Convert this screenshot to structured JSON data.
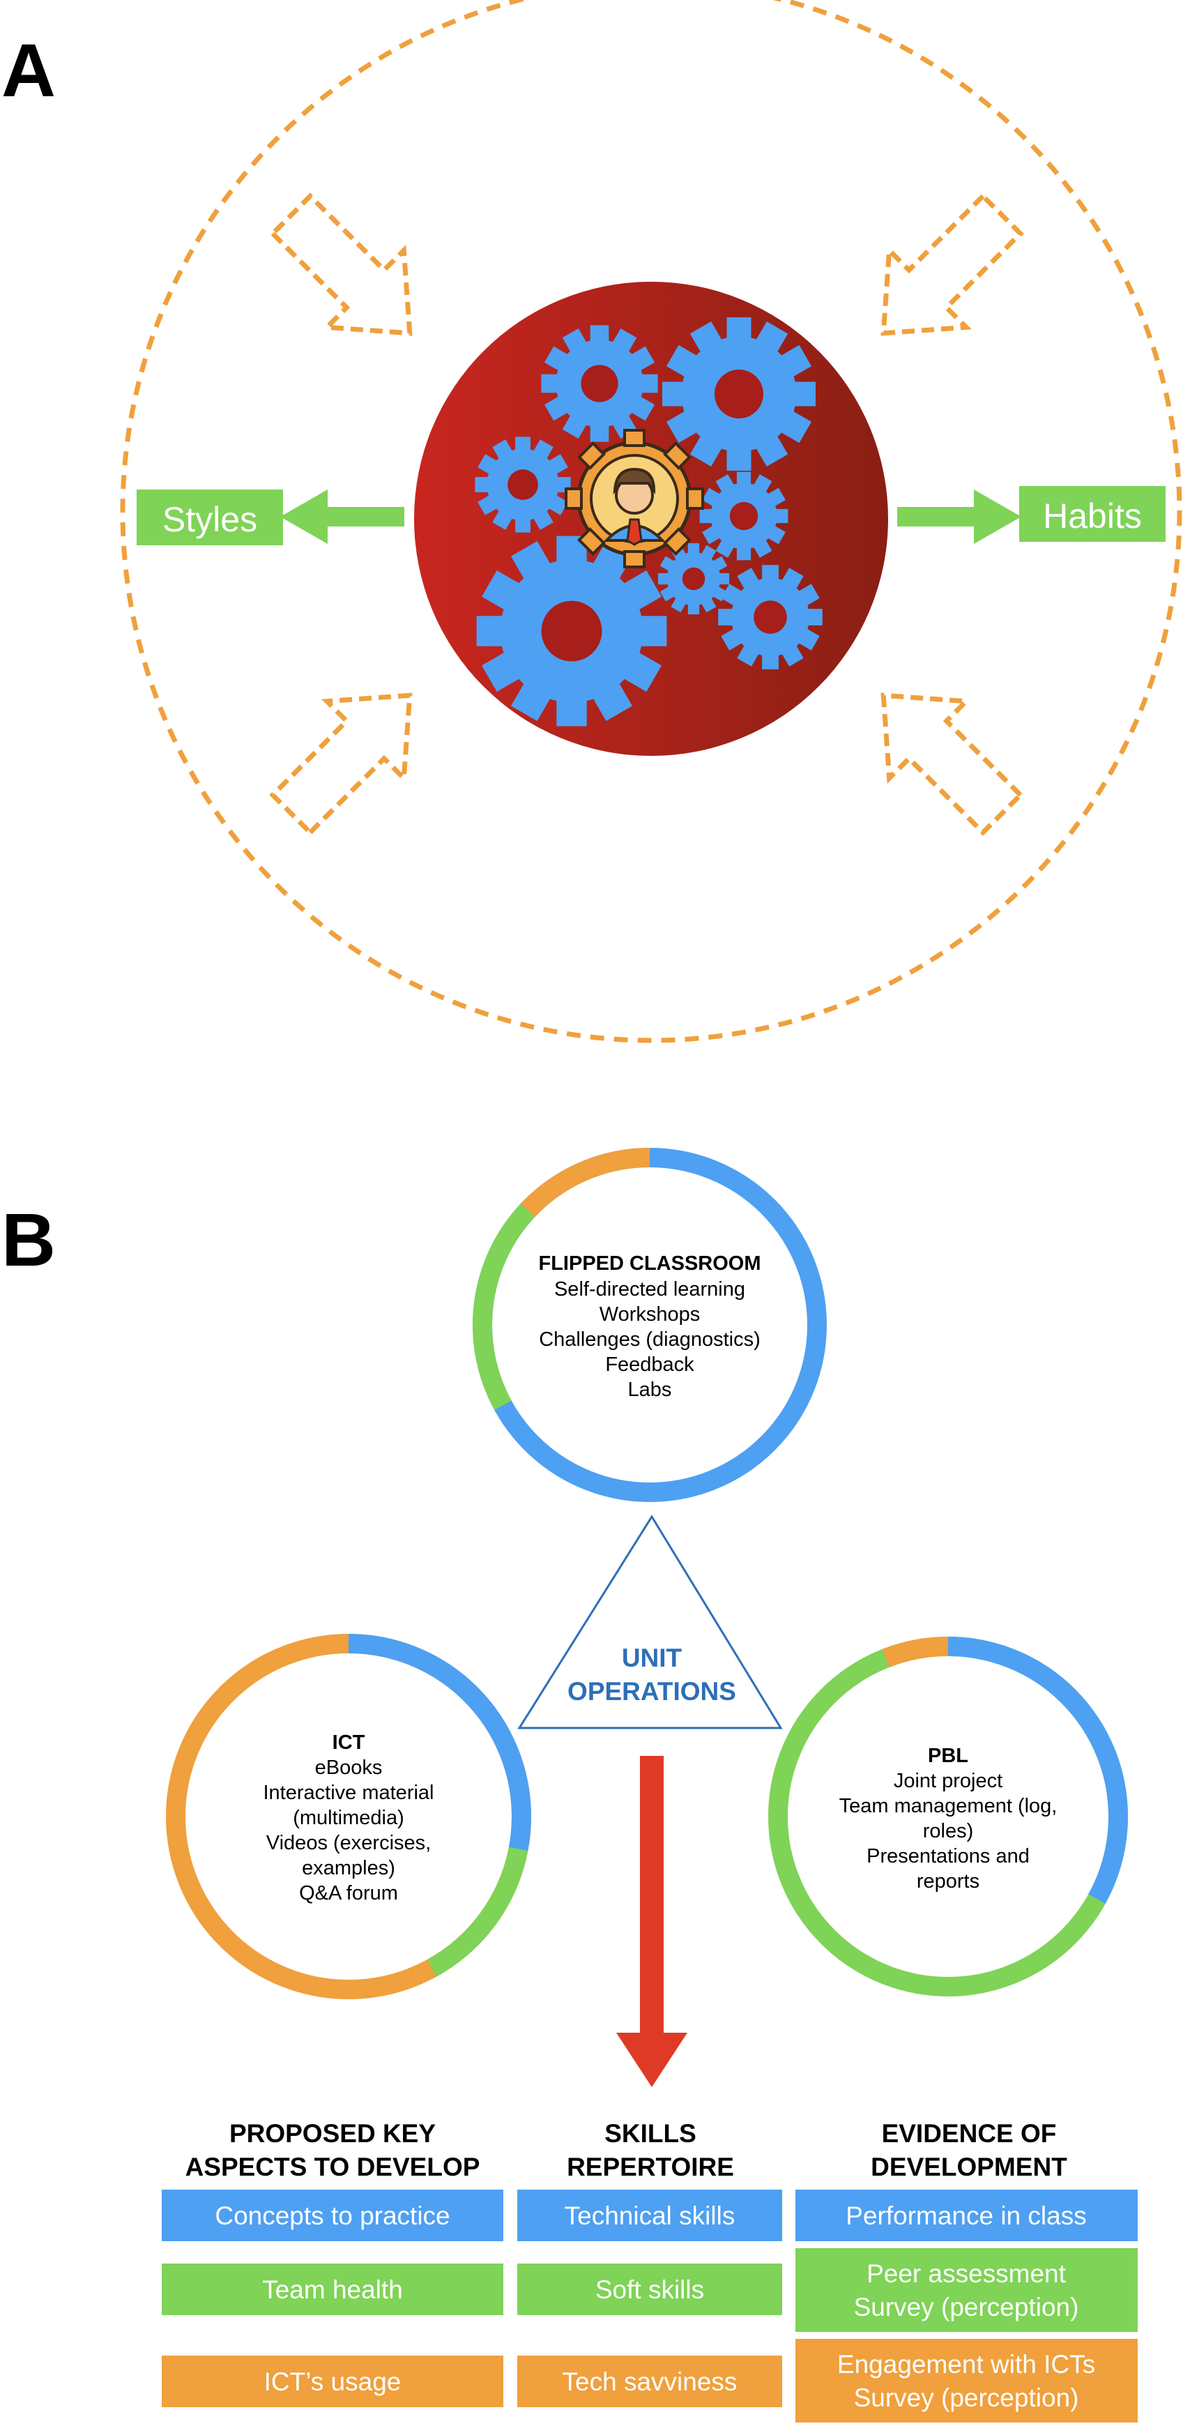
{
  "panel_a": {
    "letter": "A",
    "left_label": "Styles",
    "right_label": "Habits",
    "colors": {
      "dash": "#f0a03c",
      "green": "#7fd357",
      "gear": "#4ea0f2",
      "core_dark": "#a71e1a",
      "core_light": "#c8261f"
    },
    "icons": [
      "gears-icon",
      "teacher-icon",
      "inward-arrow-icon",
      "outward-arrow-icon"
    ]
  },
  "panel_b": {
    "letter": "B",
    "center": {
      "line1": "UNIT",
      "line2": "OPERATIONS"
    },
    "flipped": {
      "title": "FLIPPED CLASSROOM",
      "items": [
        "Self-directed learning",
        "Workshops",
        "Challenges (diagnostics)",
        "Feedback",
        "Labs"
      ]
    },
    "ict": {
      "title": "ICT",
      "items": [
        "eBooks",
        "Interactive material",
        "(multimedia)",
        "Videos (exercises,",
        "examples)",
        "Q&A forum"
      ]
    },
    "pbl": {
      "title": "PBL",
      "items": [
        "Joint project",
        "Team management (log,",
        "roles)",
        "Presentations and",
        "reports"
      ]
    },
    "columns": [
      {
        "header1": "PROPOSED KEY",
        "header2": "ASPECTS TO DEVELOP",
        "boxes": [
          {
            "text": "Concepts to practice"
          },
          {
            "text": "Team health"
          },
          {
            "text": "ICT’s usage"
          }
        ]
      },
      {
        "header1": "SKILLS",
        "header2": "REPERTOIRE",
        "boxes": [
          {
            "text": "Technical skills"
          },
          {
            "text": "Soft skills"
          },
          {
            "text": "Tech savviness"
          }
        ]
      },
      {
        "header1": "EVIDENCE OF",
        "header2": "DEVELOPMENT",
        "boxes": [
          {
            "text": "Performance in class"
          },
          {
            "line1": "Peer assessment",
            "line2": "Survey (perception)"
          },
          {
            "line1": "Engagement with ICTs",
            "line2": "Survey (perception)"
          }
        ]
      }
    ],
    "colors": {
      "blue": "#4ea0f2",
      "green": "#7fd357",
      "orange": "#f0a03c",
      "triangle_text": "#2e6fb7",
      "red_arrow": "#df3a26"
    }
  }
}
